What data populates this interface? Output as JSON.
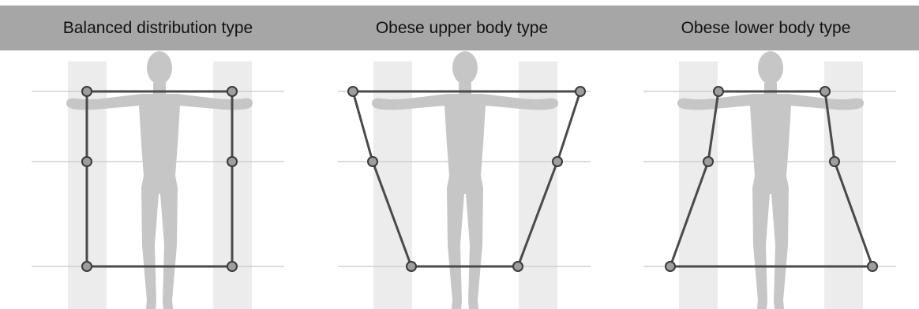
{
  "panels": [
    {
      "title": "Balanced distribution type"
    },
    {
      "title": "Obese upper body type"
    },
    {
      "title": "Obese lower body type"
    }
  ],
  "colors": {
    "header_bg": "#a6a6a6",
    "figure": "#c6c6c6",
    "column": "#ececec",
    "gridline": "#c8c8c8",
    "outline": "#4a4a4a",
    "node": "#9e9e9e"
  }
}
